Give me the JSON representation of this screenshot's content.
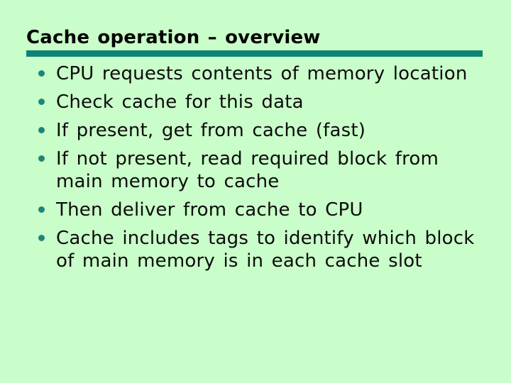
{
  "slide": {
    "title": "Cache operation – overview",
    "bullets": [
      {
        "text": "CPU requests contents of memory location"
      },
      {
        "text": "Check cache for this data"
      },
      {
        "text": "If present, get from cache (fast)"
      },
      {
        "text": "If not present, read required block from\nmain memory to cache"
      },
      {
        "text": "Then deliver from cache to CPU"
      },
      {
        "text": "Cache includes tags to identify which block\nof main memory is in each cache slot"
      }
    ],
    "colors": {
      "background": "#c9fdc9",
      "rule": "#0e8476",
      "bullet": "#1e857b",
      "text": "#0c0c0c",
      "title": "#000000"
    }
  }
}
